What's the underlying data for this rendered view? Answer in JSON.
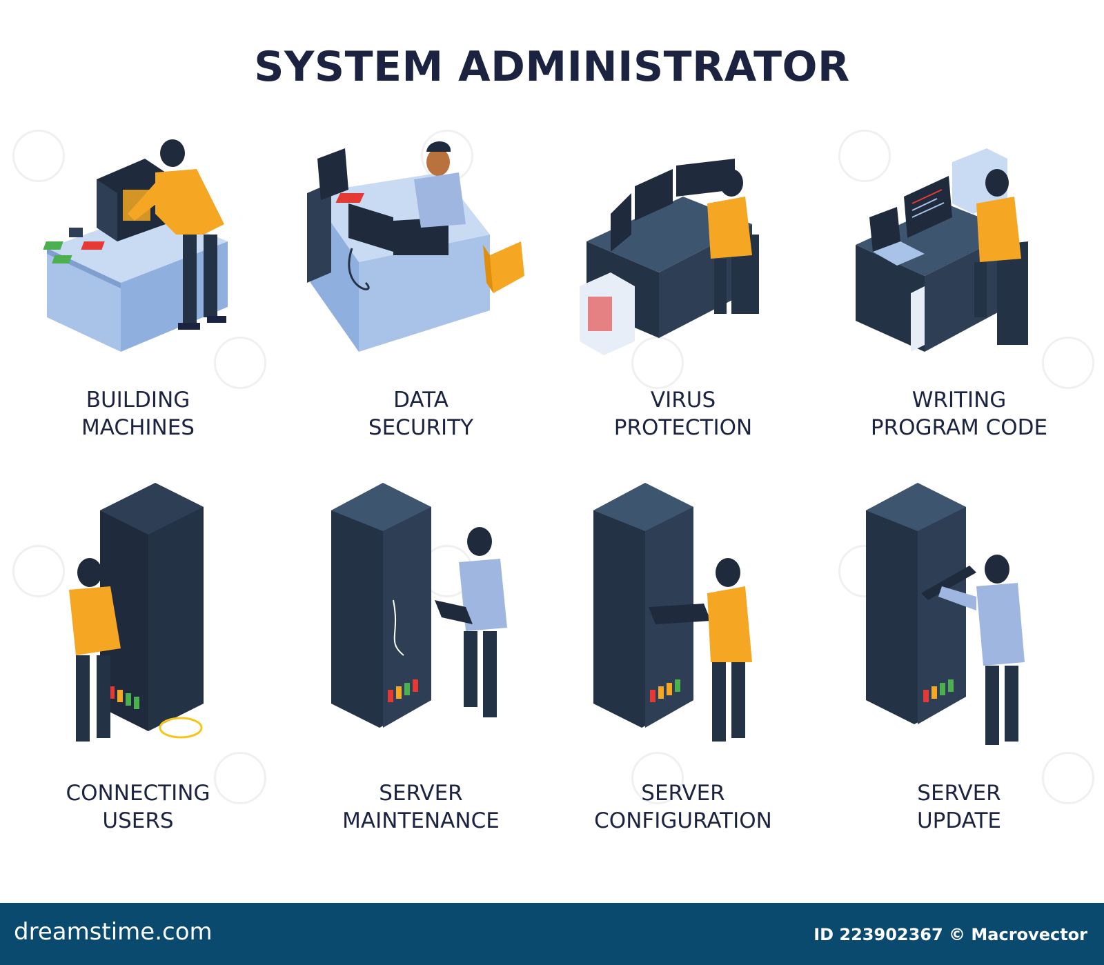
{
  "title": "SYSTEM ADMINISTRATOR",
  "items": [
    {
      "line1": "BUILDING",
      "line2": "MACHINES"
    },
    {
      "line1": "DATA",
      "line2": "SECURITY"
    },
    {
      "line1": "VIRUS",
      "line2": "PROTECTION"
    },
    {
      "line1": "WRITING",
      "line2": "PROGRAM CODE"
    },
    {
      "line1": "CONNECTING",
      "line2": "USERS"
    },
    {
      "line1": "SERVER",
      "line2": "MAINTENANCE"
    },
    {
      "line1": "SERVER",
      "line2": "CONFIGURATION"
    },
    {
      "line1": "SERVER",
      "line2": "UPDATE"
    }
  ],
  "footer": {
    "brand": "dreamstime.com",
    "credit": "ID 223902367 © Macrovector"
  },
  "colors": {
    "title": "#1b2340",
    "desk_light": "#a9c3e8",
    "desk_dark": "#2e3e55",
    "rack": "#243246",
    "shirt_yellow": "#f5a623",
    "shirt_blue": "#9fb6e0",
    "footer": "#0a4a6e"
  }
}
